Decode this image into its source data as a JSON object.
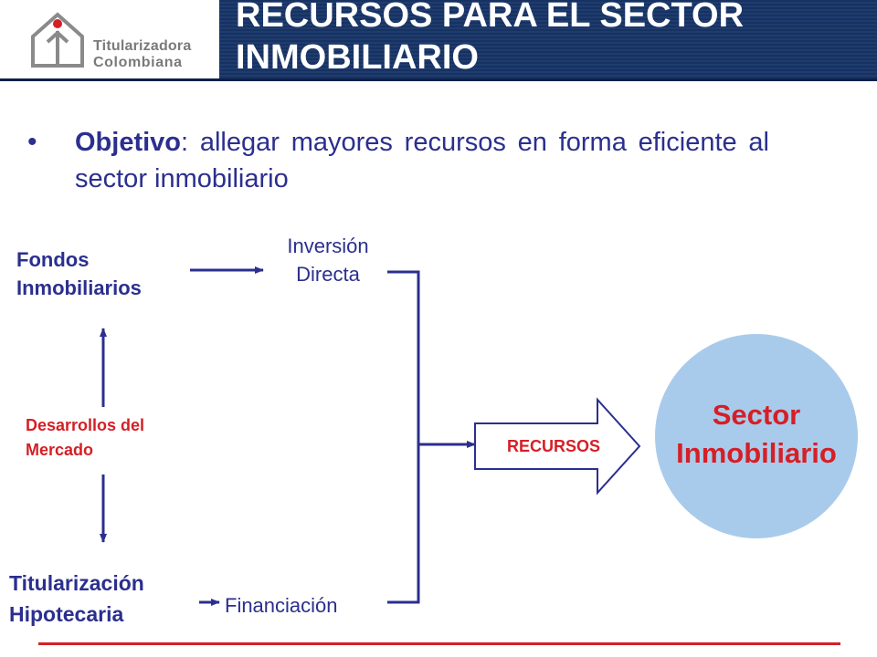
{
  "header": {
    "title_line1": "RECURSOS PARA EL SECTOR",
    "title_line2": "INMOBILIARIO",
    "logo_line1": "Titularizadora",
    "logo_line2": "Colombiana",
    "bar_color": "#1f3c70"
  },
  "bullet": {
    "marker": "•",
    "term": "Objetivo",
    "text": ": allegar mayores recursos en forma eficiente al sector inmobiliario"
  },
  "diagram": {
    "fondos_line1": "Fondos",
    "fondos_line2": "Inmobiliarios",
    "inversion_line1": "Inversión",
    "inversion_line2": "Directa",
    "desarrollos_line1": "Desarrollos del",
    "desarrollos_line2": "Mercado",
    "titularizacion_line1": "Titularización",
    "titularizacion_line2": "Hipotecaria",
    "financiacion": "Financiación",
    "recursos": "RECURSOS",
    "sector_line1": "Sector",
    "sector_line2": "Inmobiliario",
    "circle_color": "#a9cbeb",
    "accent_red": "#d51f26",
    "navy": "#2b2f8e"
  }
}
